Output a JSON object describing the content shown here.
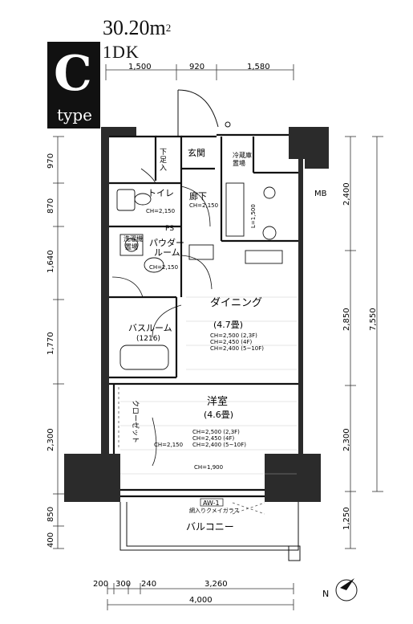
{
  "header": {
    "type_letter": "C",
    "type_word": "type",
    "area": "30.20m",
    "area_unit_sup": "2",
    "layout": "1DK"
  },
  "dimensions": {
    "top": [
      "1,500",
      "920",
      "1,580"
    ],
    "left": [
      "970",
      "870",
      "1,640",
      "1,770",
      "2,300",
      "850",
      "400"
    ],
    "right_inner": [
      "2,400",
      "2,850",
      "2,300",
      "1,250"
    ],
    "right_outer": "7,550",
    "bottom_parts": [
      "200",
      "300",
      "240",
      "3,260"
    ],
    "bottom_total": "4,000"
  },
  "rooms": {
    "entrance": "玄関",
    "shoe_box_1": "下",
    "shoe_box_2": "足",
    "shoe_box_3": "入",
    "storage_1": "冷蔵庫",
    "storage_2": "置場",
    "corridor": "廊下",
    "corridor_ch": "CH=2,150",
    "toilet": "トイレ",
    "toilet_ch": "CH=2,150",
    "ps": "PS",
    "washer_1": "洗濯機",
    "washer_2": "置場",
    "powder_1": "パウダー",
    "powder_2": "ルーム",
    "powder_ch": "CH=2,150",
    "bath": "バスルーム",
    "bath_size": "(1216)",
    "dining": "ダイニング",
    "dining_size": "(4.7畳)",
    "dining_ch": [
      "CH=2,500 (2,3F)",
      "CH=2,450 (4F)",
      "CH=2,400 (5~10F)"
    ],
    "closet": "クローゼット",
    "closet_ch": "CH=2,150",
    "western": "洋室",
    "western_size": "(4.6畳)",
    "western_ch": [
      "CH=2,500 (2,3F)",
      "CH=2,450 (4F)",
      "CH=2,400 (5~10F)"
    ],
    "beam_ch": "CH=1,900",
    "window_tag": "AW-1",
    "window_glass": "網入りクメイガラス",
    "balcony": "バルコニー",
    "mb": "MB",
    "kitchen_ch": "L=1,500"
  }
}
